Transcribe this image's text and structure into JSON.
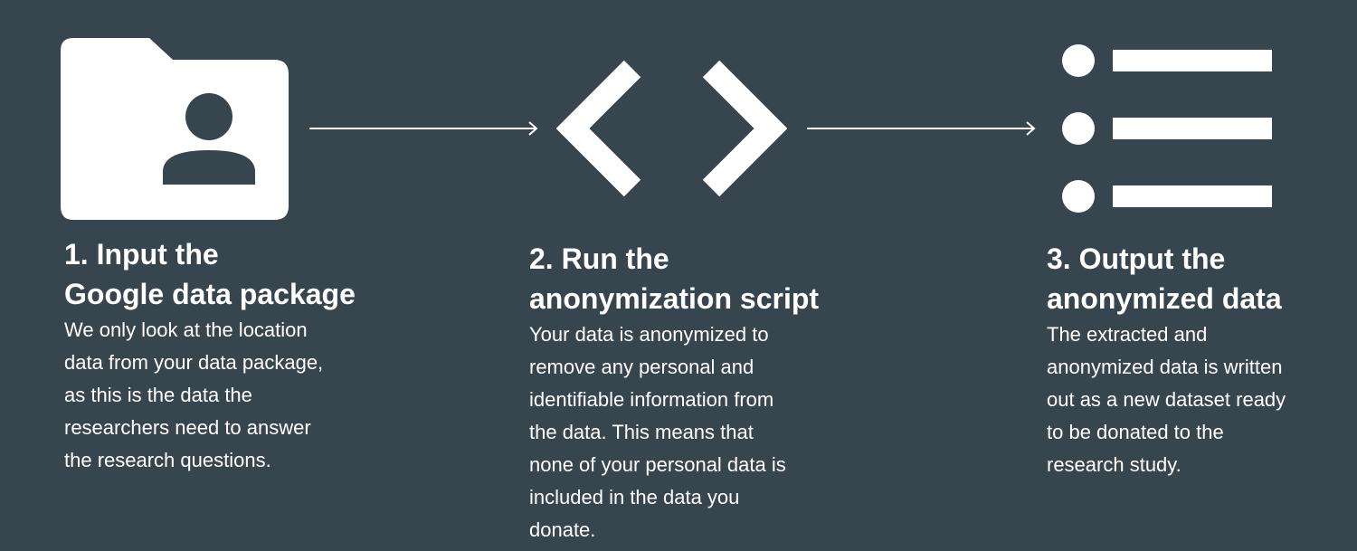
{
  "colors": {
    "background": "#37454f",
    "foreground": "#ffffff"
  },
  "steps": [
    {
      "icon": "folder-user-icon",
      "title_lines": [
        "1. Input the",
        "Google data package"
      ],
      "description_lines": [
        "We only look at the location",
        "data from your data package,",
        "as this is the data the",
        "researchers need to answer",
        "the research questions."
      ]
    },
    {
      "icon": "code-brackets-icon",
      "title_lines": [
        "2. Run the",
        "anonymization script"
      ],
      "description_lines": [
        "Your data is anonymized to",
        "remove any personal and",
        "identifiable information from",
        "the data. This means that",
        "none of your personal data is",
        "included in the data you",
        "donate."
      ]
    },
    {
      "icon": "list-icon",
      "title_lines": [
        "3. Output the",
        "anonymized data"
      ],
      "description_lines": [
        "The extracted and",
        "anonymized data is written",
        "out as a new dataset ready",
        "to be donated to the",
        "research study."
      ]
    }
  ]
}
